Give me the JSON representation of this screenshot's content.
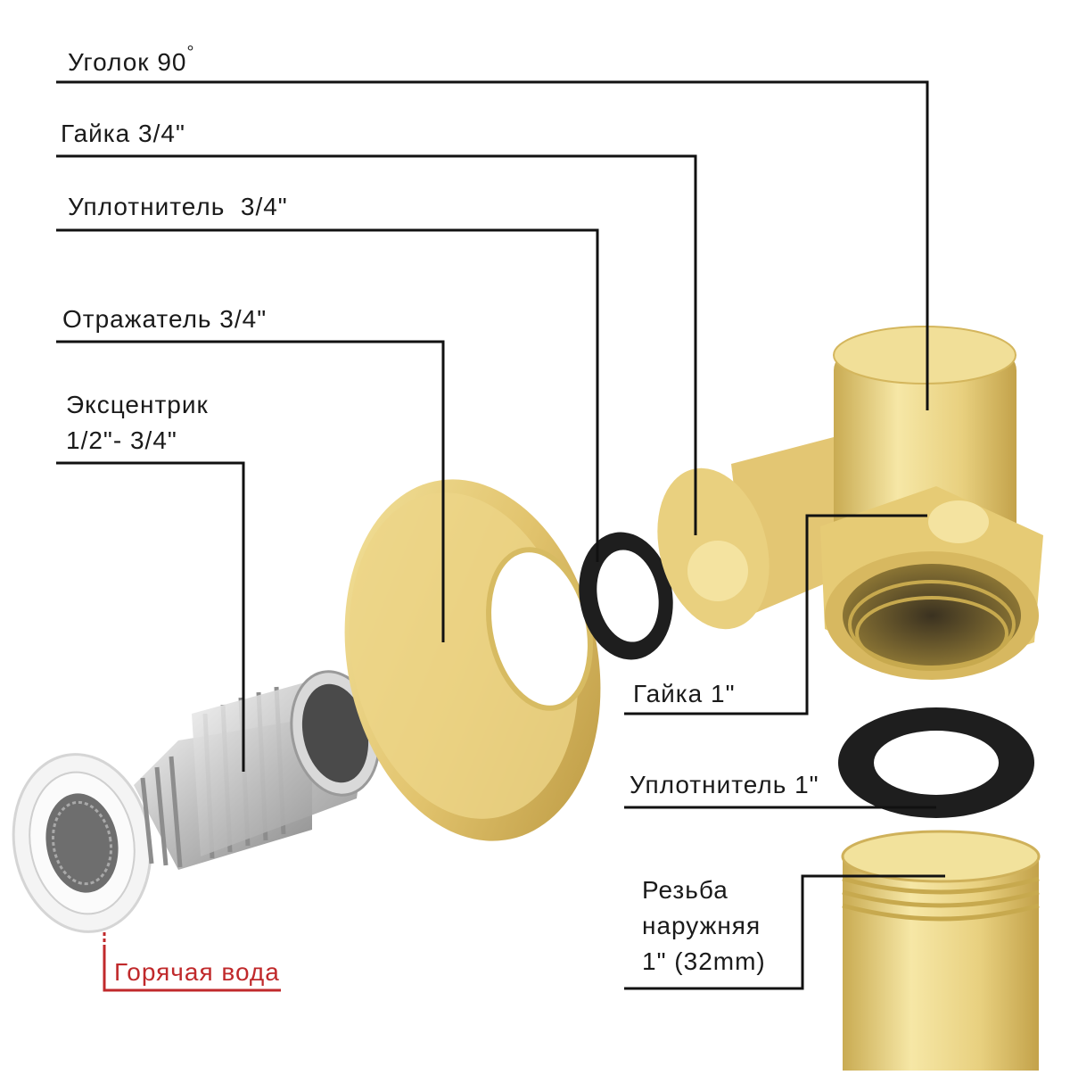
{
  "labels": {
    "elbow": "Уголок 90",
    "elbow_degree": "°",
    "nut_34": "Гайка 3/4\"",
    "seal_34": "Уплотнитель  3/4\"",
    "reflector": "Отражатель 3/4\"",
    "eccentric_line1": "Эксцентрик",
    "eccentric_line2": "1/2\"- 3/4\"",
    "nut_1": "Гайка 1\"",
    "seal_1": "Уплотнитель 1\"",
    "thread_line1": "Резьба",
    "thread_line2": "наружняя",
    "thread_line3": "1\" (32mm)",
    "hot_water": "Горячая вода"
  },
  "colors": {
    "brass": "#e6cf7e",
    "brass_light": "#f6e7a6",
    "brass_dark": "#c7a94e",
    "rubber": "#1f1f1f",
    "steel": "#c9c9c9",
    "leader_line": "#111111",
    "hot_water_accent": "#c0292b"
  }
}
